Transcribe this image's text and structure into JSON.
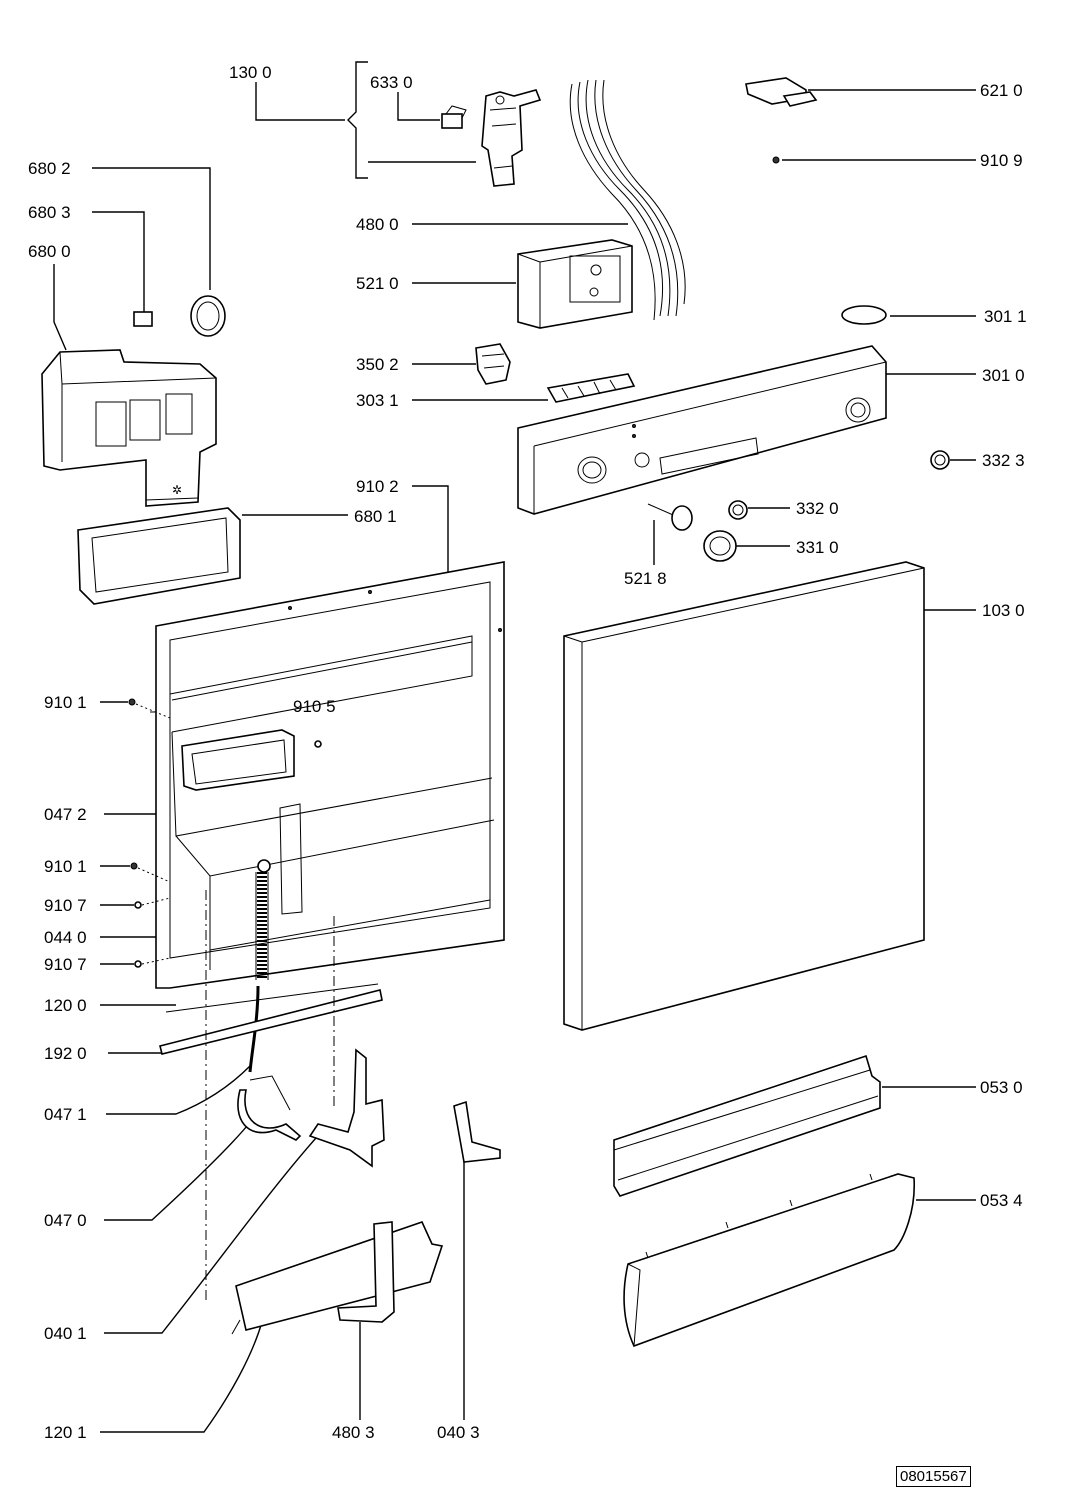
{
  "labels": {
    "l1300": "130 0",
    "l6330": "633 0",
    "l6210": "621 0",
    "l9109": "910 9",
    "l6802": "680 2",
    "l6803": "680 3",
    "l6800": "680 0",
    "l4800": "480 0",
    "l5210": "521 0",
    "l3011": "301 1",
    "l3502": "350 2",
    "l3010": "301 0",
    "l3031": "303 1",
    "l3323": "332 3",
    "l9102": "910 2",
    "l6801": "680 1",
    "l3320": "332 0",
    "l3310": "331 0",
    "l5218": "521 8",
    "l1030": "103 0",
    "l9101a": "910 1",
    "l9105": "910 5",
    "l0472": "047 2",
    "l9101b": "910 1",
    "l9107a": "910 7",
    "l0440": "044 0",
    "l9107b": "910 7",
    "l1200": "120 0",
    "l1920": "192 0",
    "l0530": "053 0",
    "l0471": "047 1",
    "l0534": "053 4",
    "l0470": "047 0",
    "l0401": "040 1",
    "l1201": "120 1",
    "l4803": "480 3",
    "l0403": "040 3"
  },
  "document_number": "08015567"
}
